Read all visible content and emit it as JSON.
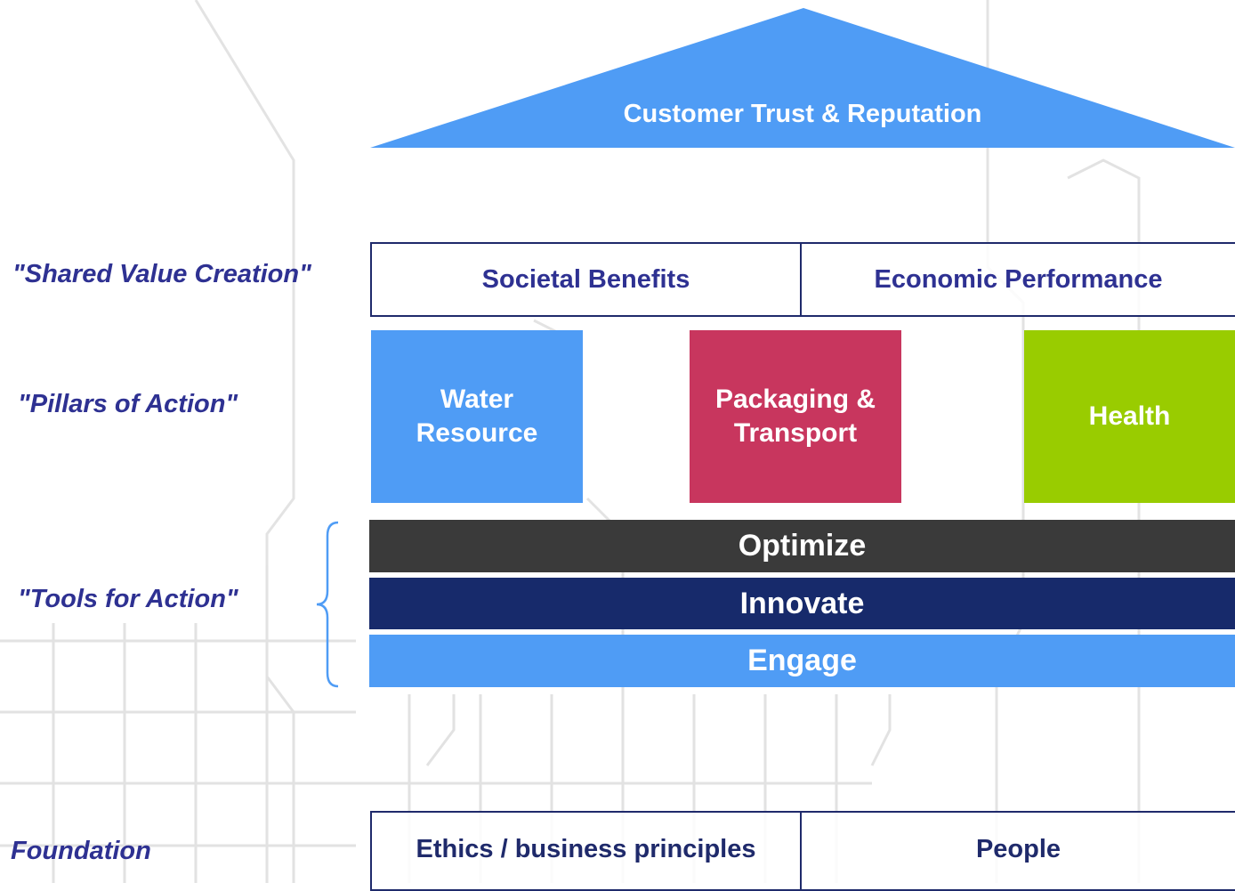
{
  "roof": {
    "label": "Customer Trust & Reputation",
    "color": "#4f9cf5"
  },
  "side_labels": {
    "shared_value": "\"Shared Value Creation\"",
    "pillars": "\"Pillars of Action\"",
    "tools": "\"Tools for Action\"",
    "foundation": "Foundation"
  },
  "shared_value": {
    "left": "Societal Benefits",
    "right": "Economic Performance"
  },
  "pillars": [
    {
      "label": "Water Resource",
      "color": "#4f9cf5"
    },
    {
      "label": "Packaging & Transport",
      "color": "#c8365e"
    },
    {
      "label": "Health",
      "color": "#99cc00"
    }
  ],
  "tools": [
    {
      "label": "Optimize",
      "color": "#3a3a3a"
    },
    {
      "label": "Innovate",
      "color": "#172a6b"
    },
    {
      "label": "Engage",
      "color": "#4f9cf5"
    }
  ],
  "foundation": {
    "left": "Ethics / business principles",
    "right": "People"
  },
  "colors": {
    "label_text": "#2e3192",
    "border": "#1f2a6b",
    "brace": "#4f9cf5"
  }
}
